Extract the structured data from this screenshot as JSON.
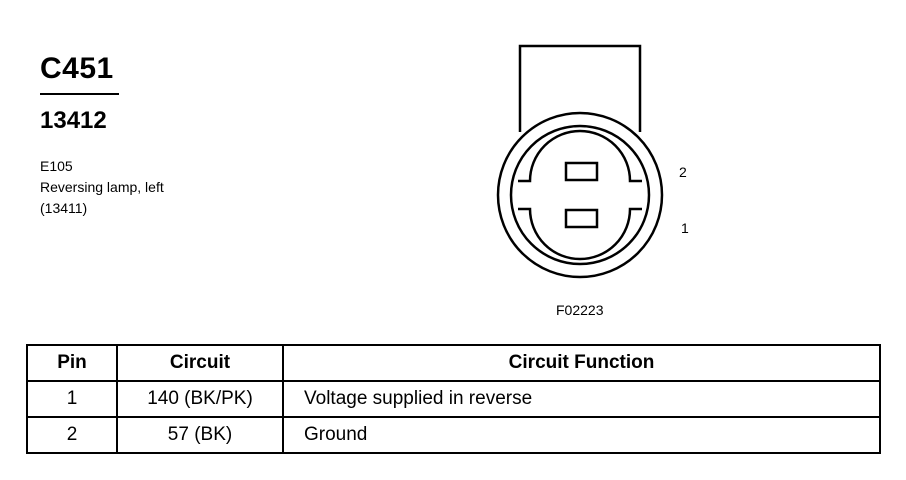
{
  "connector": {
    "id": "C451",
    "part_number": "13412",
    "location": "E105",
    "description": "Reversing lamp, left",
    "reference": "(13411)"
  },
  "diagram": {
    "pin_labels": [
      "2",
      "1"
    ],
    "figure_code": "F02223"
  },
  "table": {
    "headers": [
      "Pin",
      "Circuit",
      "Circuit Function"
    ],
    "rows": [
      [
        "1",
        "140 (BK/PK)",
        "Voltage supplied in reverse"
      ],
      [
        "2",
        "57 (BK)",
        "Ground"
      ]
    ]
  }
}
